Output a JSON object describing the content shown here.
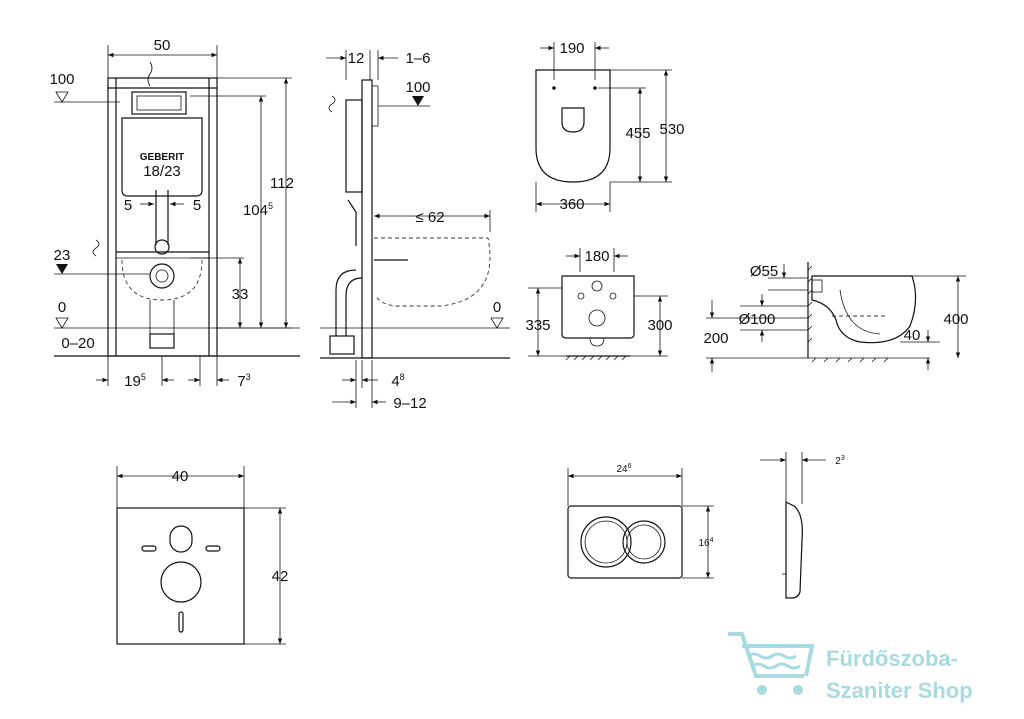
{
  "brand": {
    "frame_logo": "GEBERIT",
    "watermark_line1": "Fürdőszoba-",
    "watermark_line2": "Szaniter Shop",
    "watermark_color": "#9fd6de"
  },
  "front_view": {
    "width": "50",
    "height_total": "112",
    "height_inner": "104",
    "height_inner_sup": "5",
    "level_top": "100",
    "pipe_spacing": "18/23",
    "offset_left": "5",
    "offset_right": "5",
    "level_23": "23",
    "dim_33": "33",
    "level_0": "0",
    "range_0_20": "0–20",
    "bottom_left": "19",
    "bottom_left_sup": "5",
    "bottom_right": "7",
    "bottom_right_sup": "3"
  },
  "side_view": {
    "top_left": "12",
    "top_right": "1–6",
    "level_100": "100",
    "reach": "≤ 62",
    "level_0": "0",
    "bottom_1": "4",
    "bottom_1_sup": "8",
    "bottom_2": "9–12"
  },
  "bowl_top": {
    "width_top": "190",
    "width": "360",
    "depth_inner": "455",
    "depth": "530"
  },
  "bowl_back": {
    "width": "180",
    "height_left": "335",
    "height_right": "300"
  },
  "bowl_side": {
    "d55": "Ø55",
    "d100": "Ø100",
    "h200": "200",
    "h400": "400",
    "d40": "40"
  },
  "soundproof_pad": {
    "width": "40",
    "height": "42"
  },
  "flush_plate": {
    "width": "24",
    "width_sup": "6",
    "height": "16",
    "height_sup": "4"
  },
  "plate_side": {
    "depth": "2",
    "depth_sup": "3"
  }
}
